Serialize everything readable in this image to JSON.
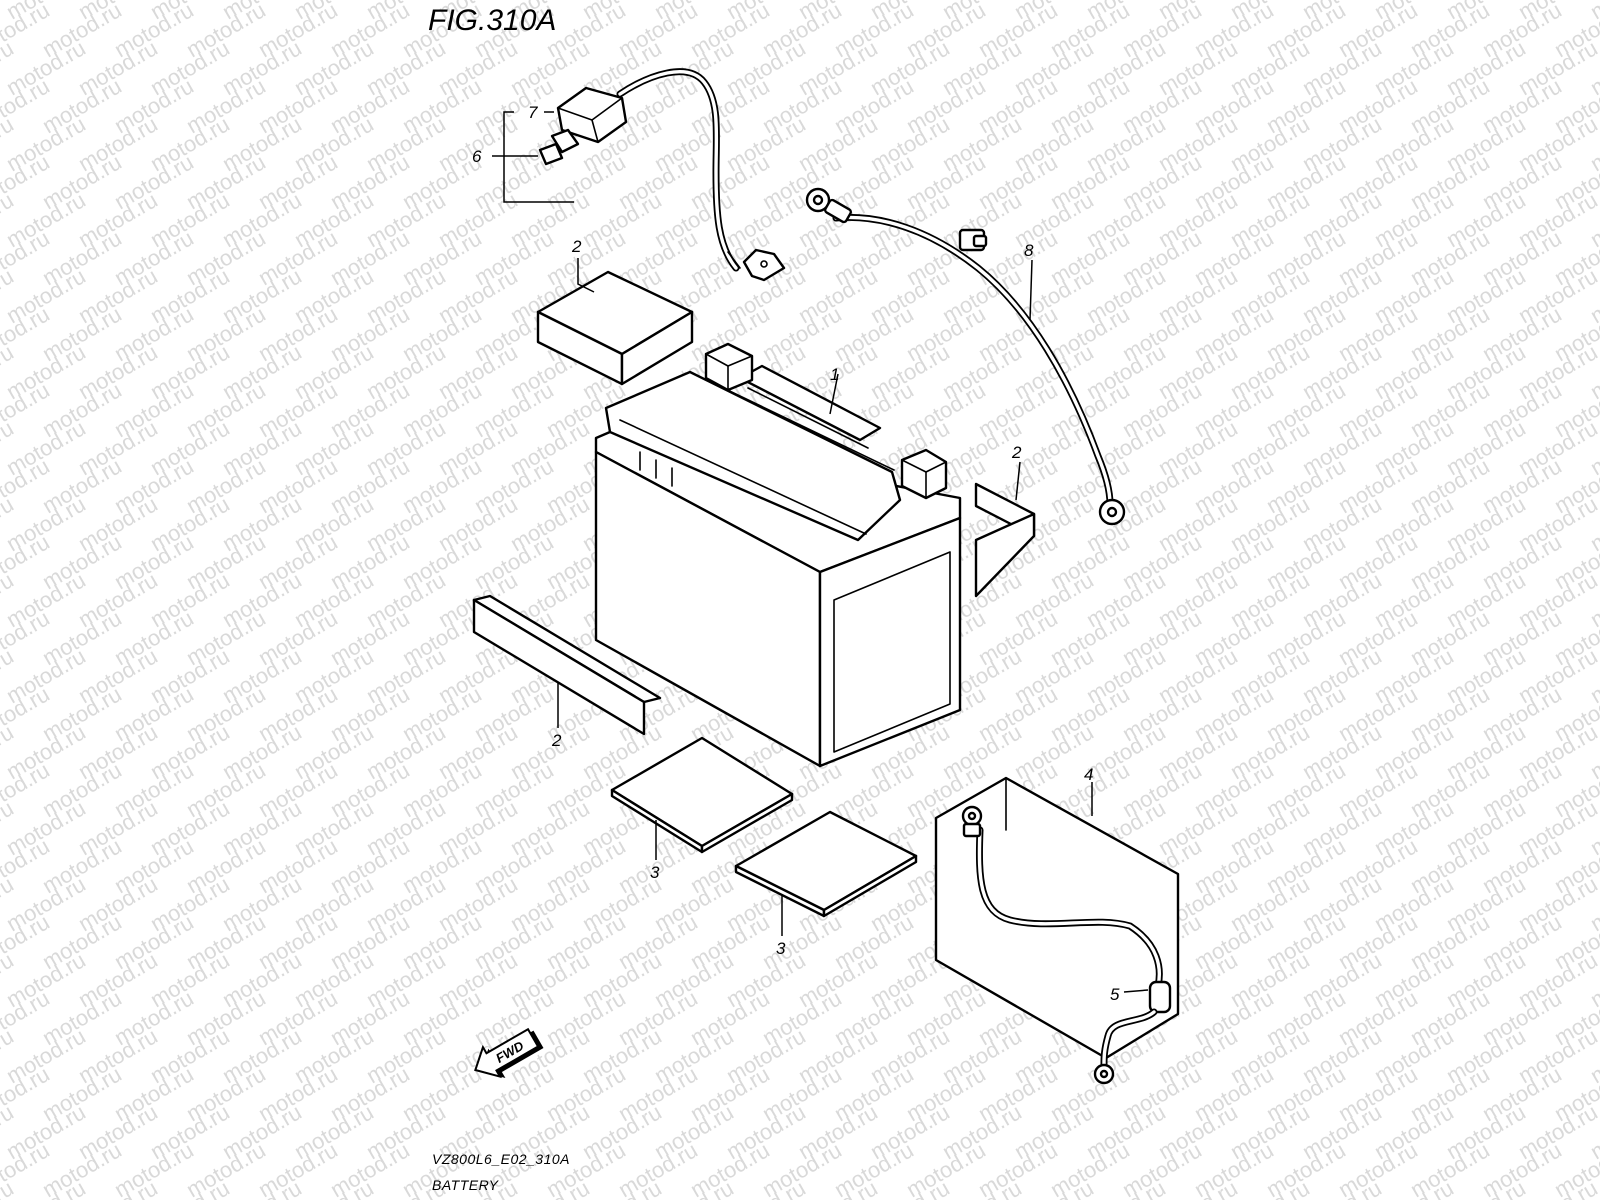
{
  "figure": {
    "title": "FIG.310A",
    "code": "VZ800L6_E02_310A",
    "name": "BATTERY"
  },
  "watermark": {
    "text": "motod.ru"
  },
  "fwd_label": "FWD",
  "callouts": [
    "1",
    "2",
    "2",
    "2",
    "3",
    "3",
    "4",
    "5",
    "6",
    "7",
    "8"
  ]
}
